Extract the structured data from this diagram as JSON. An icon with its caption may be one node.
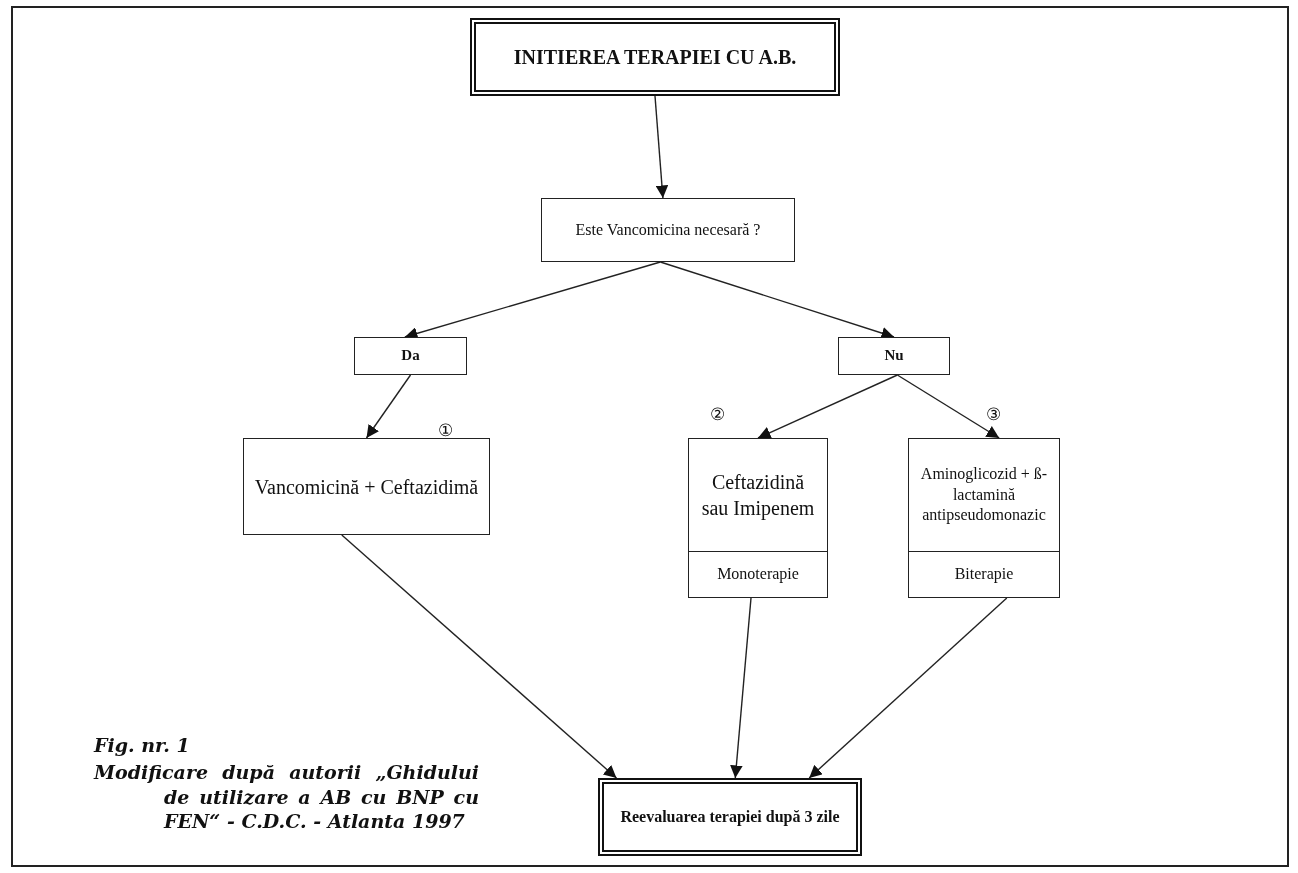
{
  "diagram": {
    "caption": "Fig. nr. 1",
    "nodes": [
      {
        "text": [
          "INITIEREA TERAPIEI CU A.B."
        ]
      },
      {
        "text": [
          "Este Vancomicina necesară ?"
        ]
      },
      {
        "text": [
          "Da"
        ]
      },
      {
        "text": [
          "Nu"
        ]
      },
      {
        "text": [
          "Vancomicină + Ceftazidimă"
        ]
      },
      {
        "text": [
          "Ceftazidină sau Imipenem",
          "Monoterapie"
        ]
      },
      {
        "text": [
          "Aminoglicozid + ß-lactamină antipseudomonazic",
          "Biterapie"
        ]
      },
      {
        "text": [
          "Reevaluarea terapiei după 3 zile"
        ]
      }
    ],
    "edges": [
      {
        "from": 0,
        "to": 1,
        "arrow": "to"
      },
      {
        "from": 1,
        "to": 2,
        "arrow": "to"
      },
      {
        "from": 1,
        "to": 3,
        "arrow": "to"
      },
      {
        "from": 2,
        "to": 4,
        "arrow": "to"
      },
      {
        "from": 3,
        "to": 5,
        "arrow": "to"
      },
      {
        "from": 3,
        "to": 6,
        "arrow": "to"
      },
      {
        "from": 4,
        "to": 7,
        "arrow": "to"
      },
      {
        "from": 5,
        "to": 7,
        "arrow": "to"
      },
      {
        "from": 6,
        "to": 7,
        "arrow": "to"
      }
    ],
    "labels": [
      "①",
      "②",
      "③",
      "Modificare după autorii „Ghidului de utilizare a AB cu BNP cu FEN“ - C.D.C. - Atlanta 1997"
    ]
  }
}
